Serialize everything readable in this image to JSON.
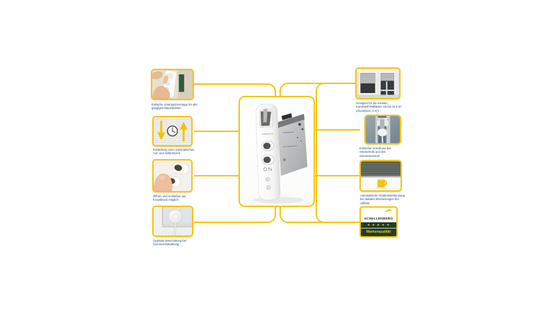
{
  "colors": {
    "accent_yellow": "#F6C50B",
    "badge_green": "#1F3D2C",
    "caption_blue": "#2A4A7D"
  },
  "center": {
    "product": "unterputz-gurtwickler-device"
  },
  "features_left": [
    {
      "photo": "hands-installing-winder-in-wall-box",
      "caption": "Einfache Unterputzmontage für alle gängigen Mauerkästen"
    },
    {
      "photo": "clock-with-up-down-arrows",
      "caption": "Einstellung einer automatischen Auf- und Abfahrtszeit"
    },
    {
      "photo": "finger-pressing-buttons",
      "caption": "Öffnen und Schließen per Knopfdruck möglich"
    },
    {
      "photo": "sun-sensor-on-window-pane",
      "caption": "Optimale Beschattung bei Sonneneinstrahlung"
    }
  ],
  "features_right": [
    {
      "photo": "windows-with-roller-shutters",
      "caption": "Geeignet für die meisten Kunststoff-Rollläden mit bis zu 6 m² (Aluminium: 3 m²)"
    },
    {
      "photo": "plug-connection-in-wall-cavity",
      "caption": "Einfacher Anschluss des Steckerteils und des Sonnensensors"
    },
    {
      "photo": "shutter-stopping-above-yellow-mug",
      "caption": "Automatische Hinderniserkennung bei stabilen Blockierungen bei Abfahrt"
    }
  ],
  "badge": {
    "brand": "SCHELLENBERG",
    "stars": "★ ★ ★ ★ ★",
    "quality": "Markenqualität"
  }
}
